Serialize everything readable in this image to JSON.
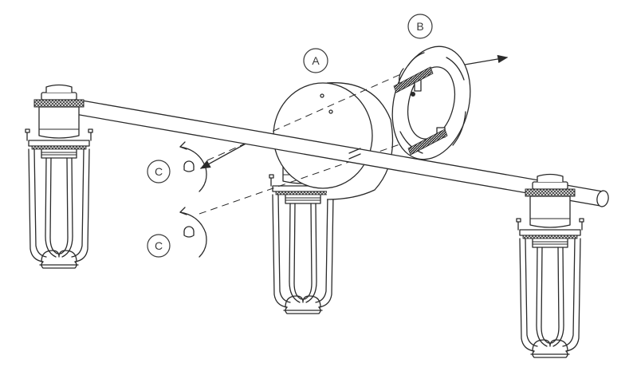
{
  "diagram": {
    "callouts": {
      "canopy": "A",
      "mounting_plate": "B",
      "cap_nut_upper": "C",
      "cap_nut_lower": "C"
    },
    "colors": {
      "ink": "#2a2a2a",
      "knurl": "#3c3c3c",
      "background": "#ffffff"
    }
  }
}
